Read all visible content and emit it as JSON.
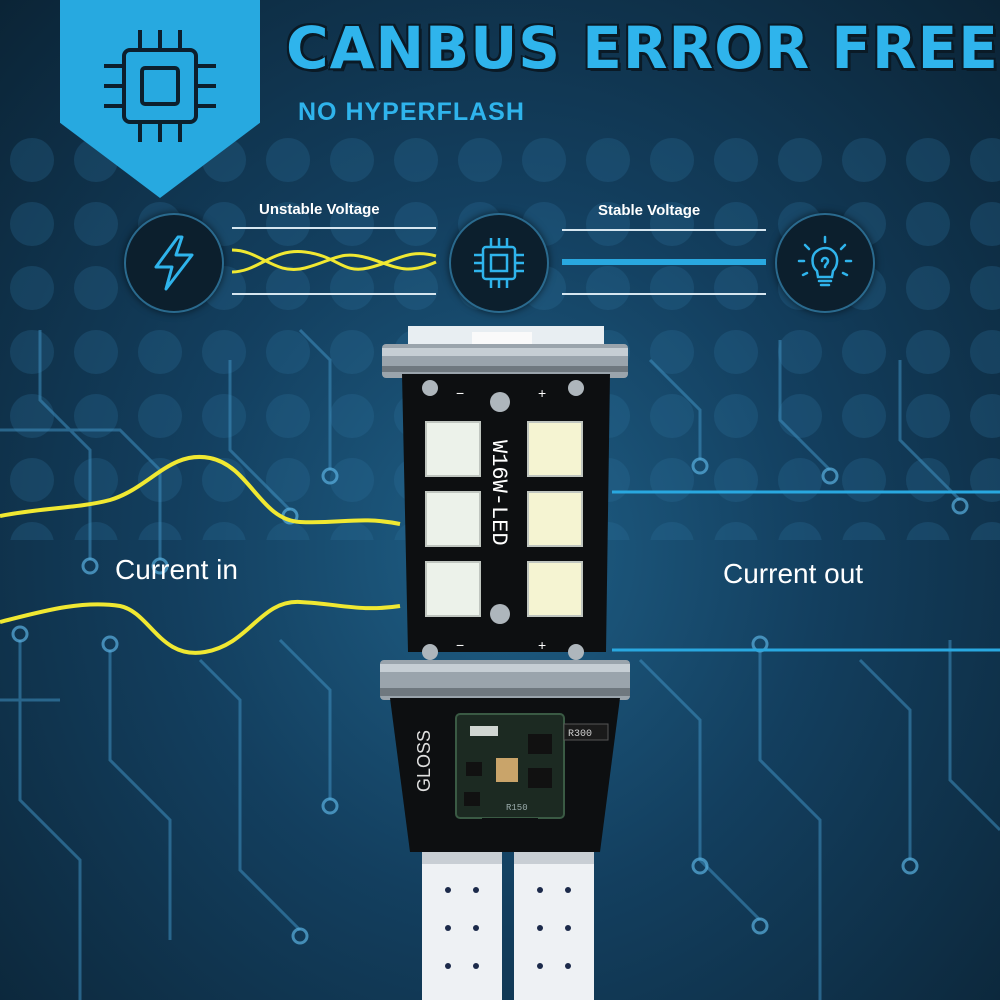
{
  "header": {
    "title": "CANBUS ERROR FREE",
    "subtitle": "NO HYPERFLASH"
  },
  "diagram": {
    "unstable_label": "Unstable Voltage",
    "stable_label": "Stable Voltage",
    "icons": [
      "lightning-icon",
      "chip-icon",
      "light-bulb-icon"
    ]
  },
  "flow": {
    "in_label": "Current in",
    "out_label": "Current out"
  },
  "bulb": {
    "model": "W16W-LED",
    "brand": "GLOSS",
    "resistor_top": "R300",
    "resistor_bottom": "R150",
    "minus": "−",
    "plus": "+"
  },
  "colors": {
    "accent": "#27a9e0",
    "wave": "#f0e832",
    "stable_line": "#29a8e0",
    "background": "#133f5f"
  }
}
